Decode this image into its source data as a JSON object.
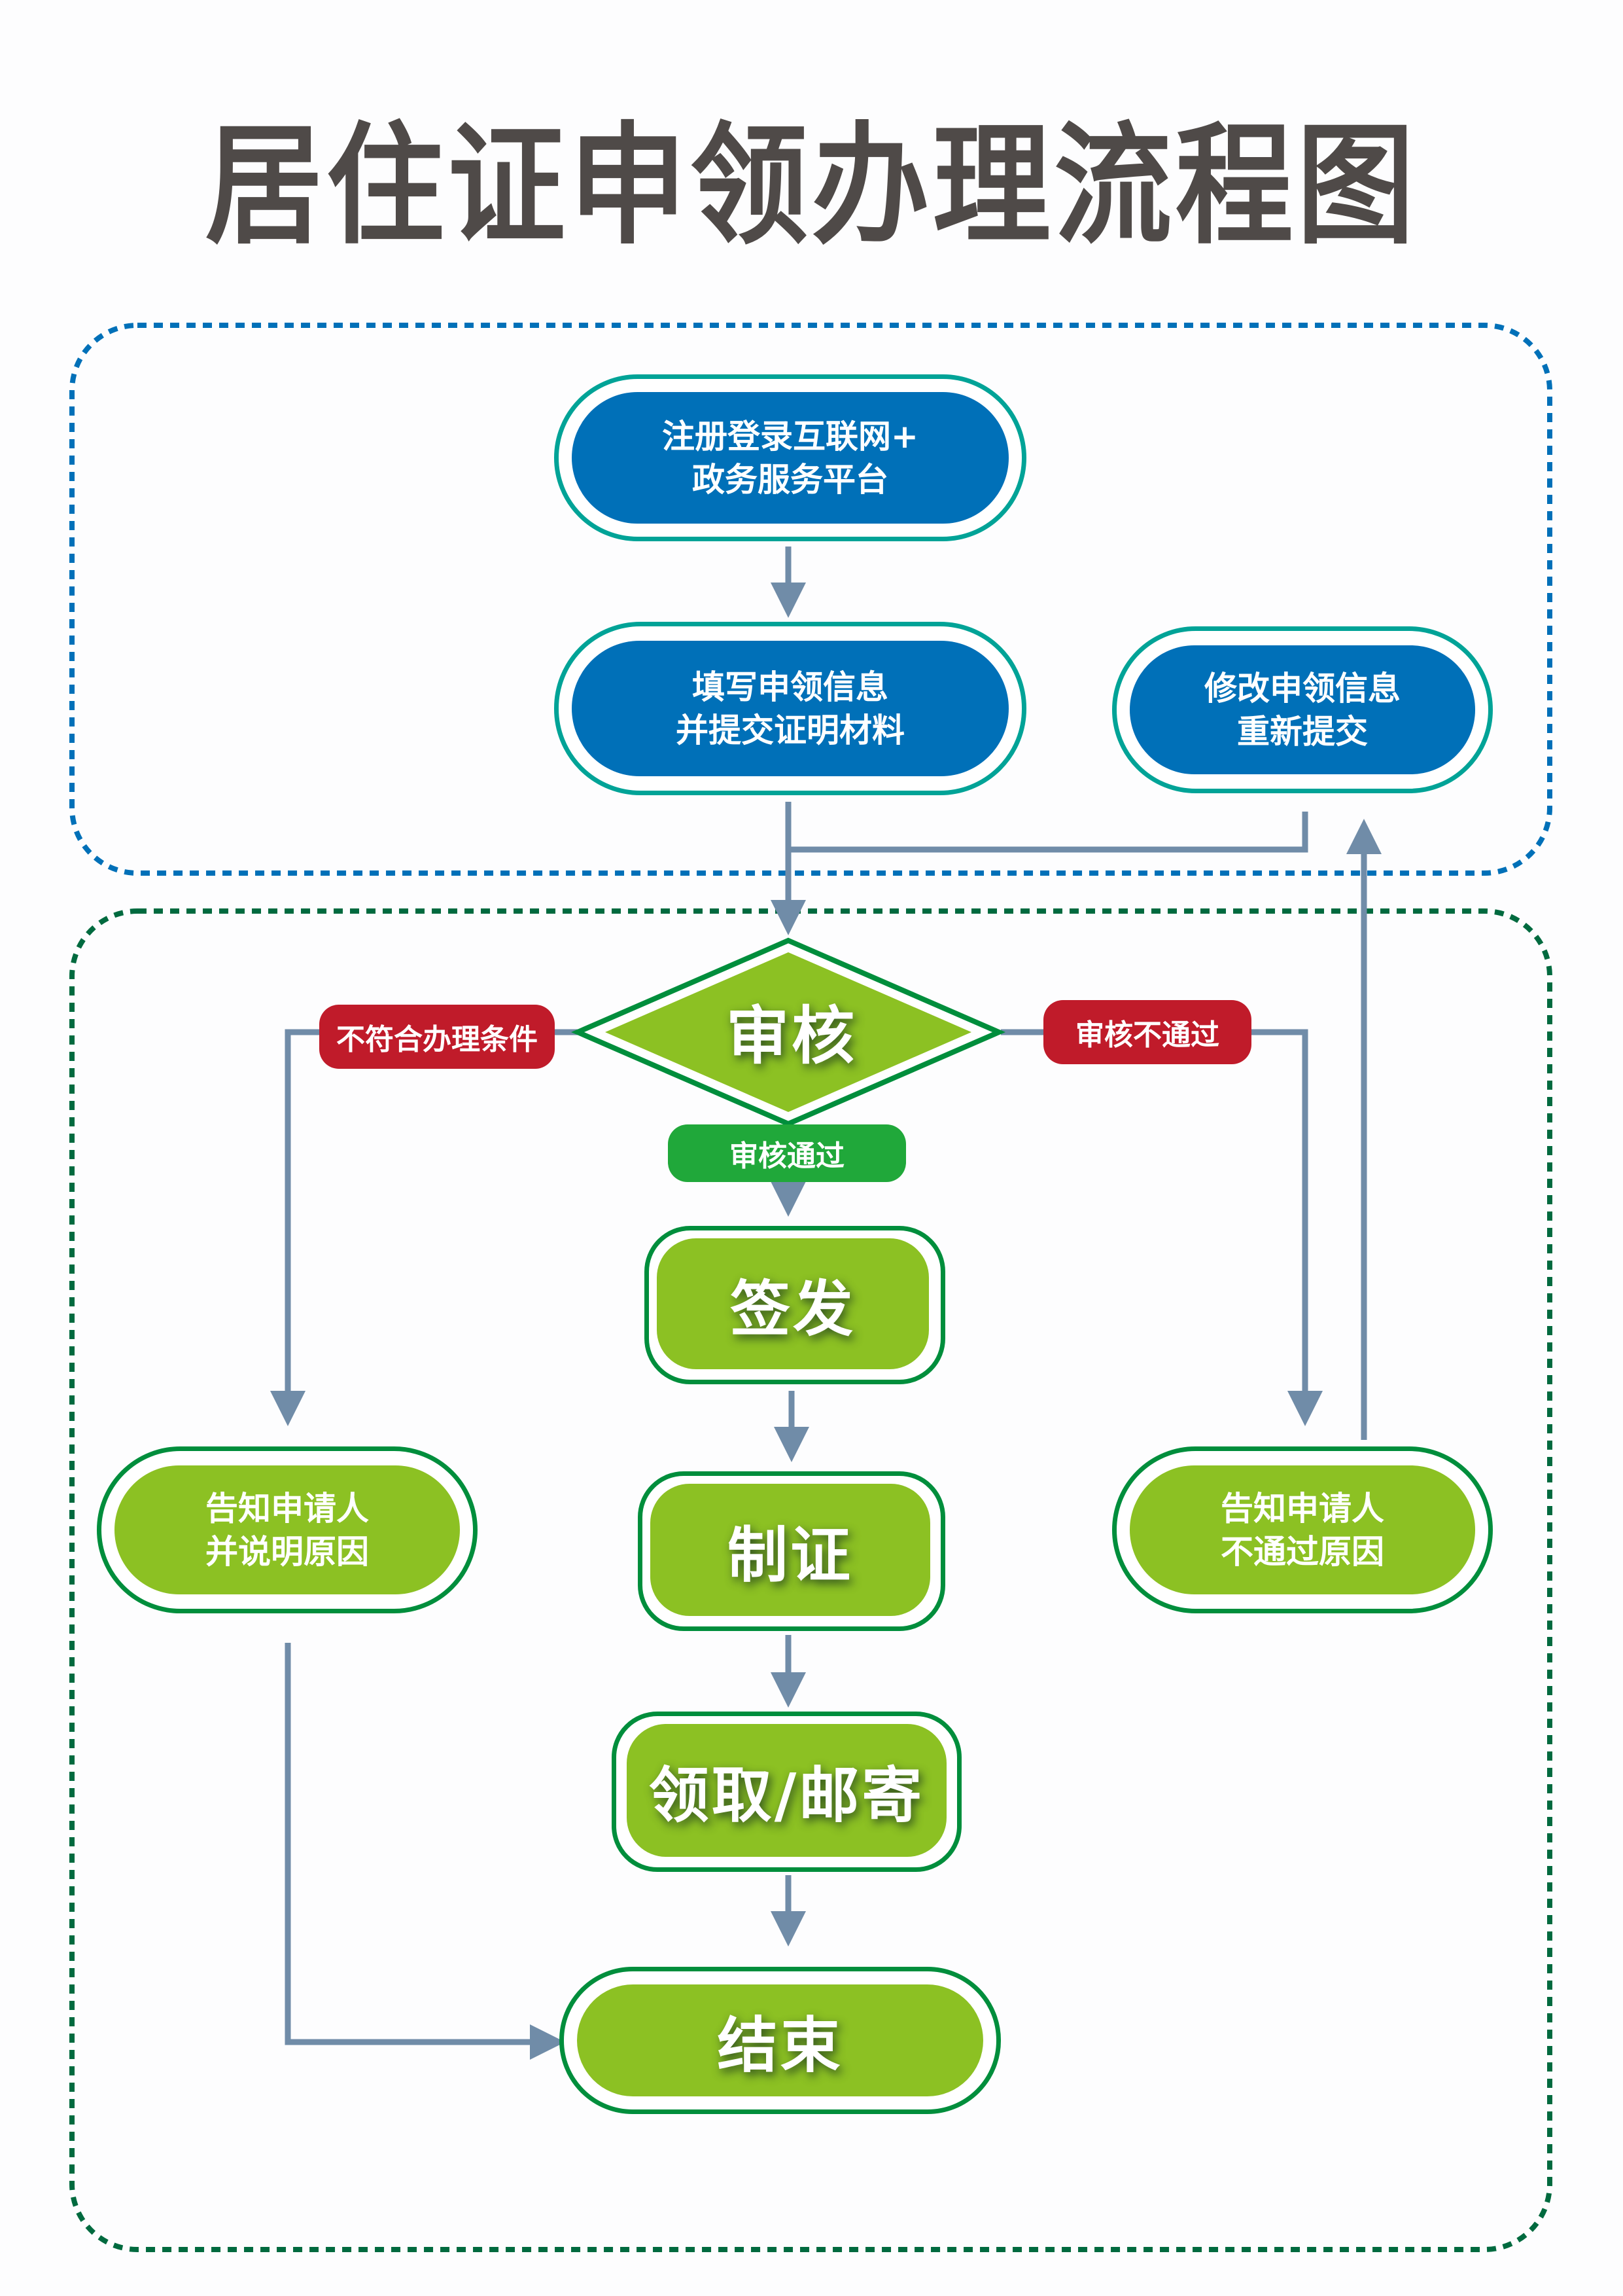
{
  "title": "居住证申领办理流程图",
  "colors": {
    "title": "#4f4a48",
    "online_group_border": "#0070b8",
    "review_group_border": "#006a3f",
    "blue_node_fill": "#0070b8",
    "blue_node_border": "#00a397",
    "green_node_fill": "#8cc123",
    "green_node_border": "#008e3c",
    "connector": "#708ca8",
    "reject_tag": "#c01b2a",
    "pass_tag": "#20a83a"
  },
  "nodes": {
    "register": {
      "line1": "注册登录互联网+",
      "line2": "政务服务平台"
    },
    "fill_info": {
      "line1": "填写申领信息",
      "line2": "并提交证明材料"
    },
    "modify_info": {
      "line1": "修改申领信息",
      "line2": "重新提交"
    },
    "review": {
      "label": "审核"
    },
    "issue": {
      "label": "签发"
    },
    "make_card": {
      "label": "制证"
    },
    "collect": {
      "label": "领取/邮寄"
    },
    "end": {
      "label": "结束"
    },
    "notify_ineligible": {
      "line1": "告知申请人",
      "line2": "并说明原因"
    },
    "notify_failed": {
      "line1": "告知申请人",
      "line2": "不通过原因"
    }
  },
  "edge_labels": {
    "ineligible": "不符合办理条件",
    "failed": "审核不通过",
    "passed": "审核通过"
  }
}
